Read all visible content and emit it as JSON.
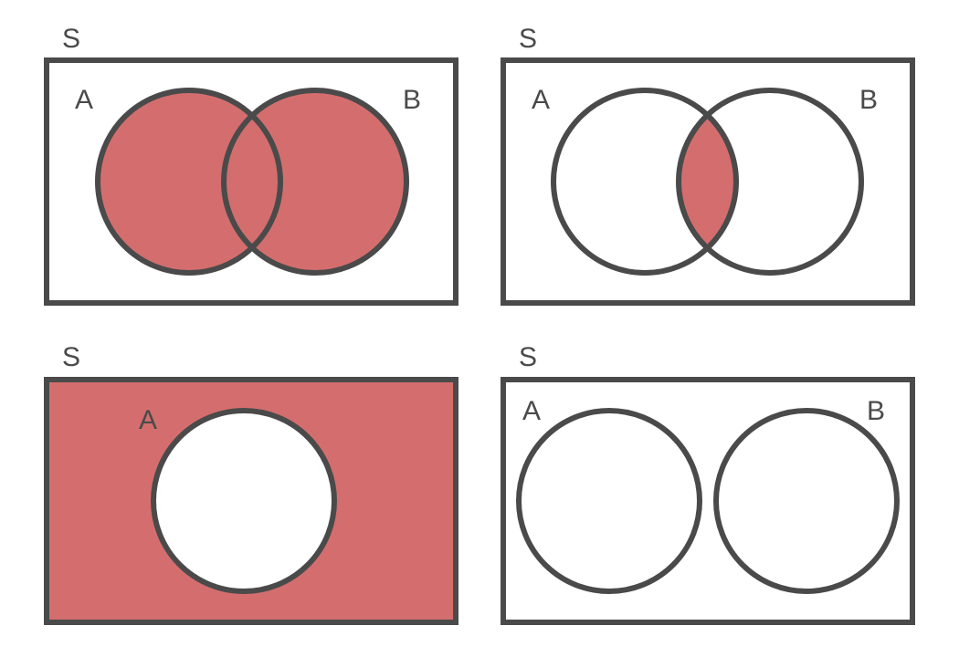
{
  "colors": {
    "outline": "#4a4a4a",
    "shade": "#d46e6e",
    "background": "#ffffff",
    "label": "#4a4a4a"
  },
  "diagrams": [
    {
      "shaded_region": "A ∪ B",
      "labels": {
        "universe": "S",
        "set_a": "A",
        "set_b": "B"
      }
    },
    {
      "shaded_region": "A ∩ B",
      "labels": {
        "universe": "S",
        "set_a": "A",
        "set_b": "B"
      }
    },
    {
      "shaded_region": "A′",
      "labels": {
        "universe": "S",
        "set_a": "A"
      }
    },
    {
      "shaded_region": "none",
      "labels": {
        "universe": "S",
        "set_a": "A",
        "set_b": "B"
      }
    }
  ]
}
